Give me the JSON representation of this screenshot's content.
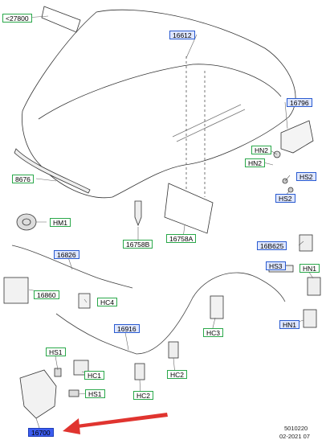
{
  "labels": {
    "l27800": "<27800",
    "l16612": "16612",
    "l16796": "16796",
    "lHN2a": "HN2",
    "lHN2b": "HN2",
    "lHS2a": "HS2",
    "lHS2b": "HS2",
    "l8676": "8676",
    "lHM1": "HM1",
    "l16758B": "16758B",
    "l16758A": "16758A",
    "l16826": "16826",
    "l16B625": "16B625",
    "lHS3": "HS3",
    "lHN1a": "HN1",
    "l16860": "16860",
    "lHC4": "HC4",
    "lHC3": "HC3",
    "lHN1b": "HN1",
    "l16916": "16916",
    "lHS1a": "HS1",
    "lHC1": "HC1",
    "lHC2a": "HC2",
    "lHS1b": "HS1",
    "lHC2b": "HC2",
    "l16700": "16700"
  },
  "footer": {
    "code": "5010220",
    "date": "02-2021 07"
  },
  "colors": {
    "green_label_border": "#2aa84a",
    "blue_label_border": "#2a5bd0",
    "highlight_label": "#3b5cf0",
    "arrow": "#e0342f"
  }
}
